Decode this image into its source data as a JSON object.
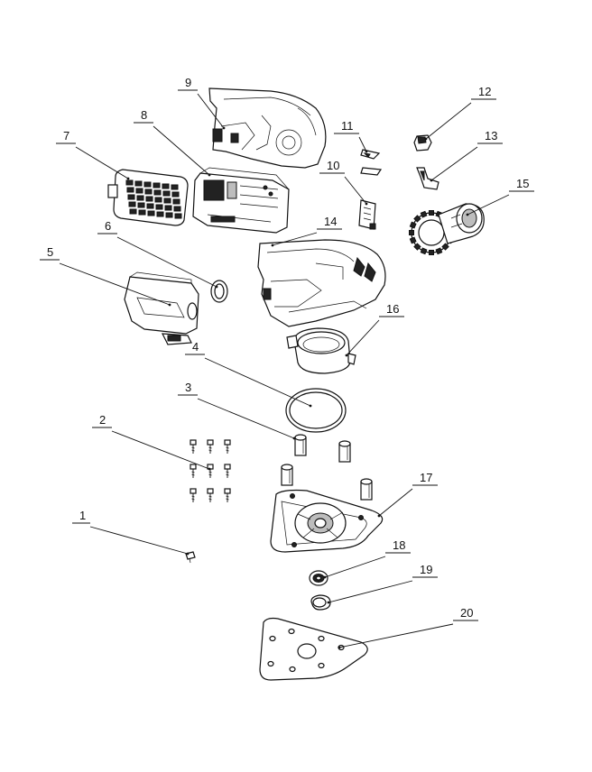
{
  "diagram": {
    "type": "exploded-parts-view",
    "callouts": [
      {
        "number": "1"
      },
      {
        "number": "2"
      },
      {
        "number": "3"
      },
      {
        "number": "4"
      },
      {
        "number": "5"
      },
      {
        "number": "6"
      },
      {
        "number": "7"
      },
      {
        "number": "8"
      },
      {
        "number": "9"
      },
      {
        "number": "10"
      },
      {
        "number": "11"
      },
      {
        "number": "12"
      },
      {
        "number": "13"
      },
      {
        "number": "14"
      },
      {
        "number": "15"
      },
      {
        "number": "16"
      },
      {
        "number": "17"
      },
      {
        "number": "18"
      },
      {
        "number": "19"
      },
      {
        "number": "20"
      }
    ]
  }
}
